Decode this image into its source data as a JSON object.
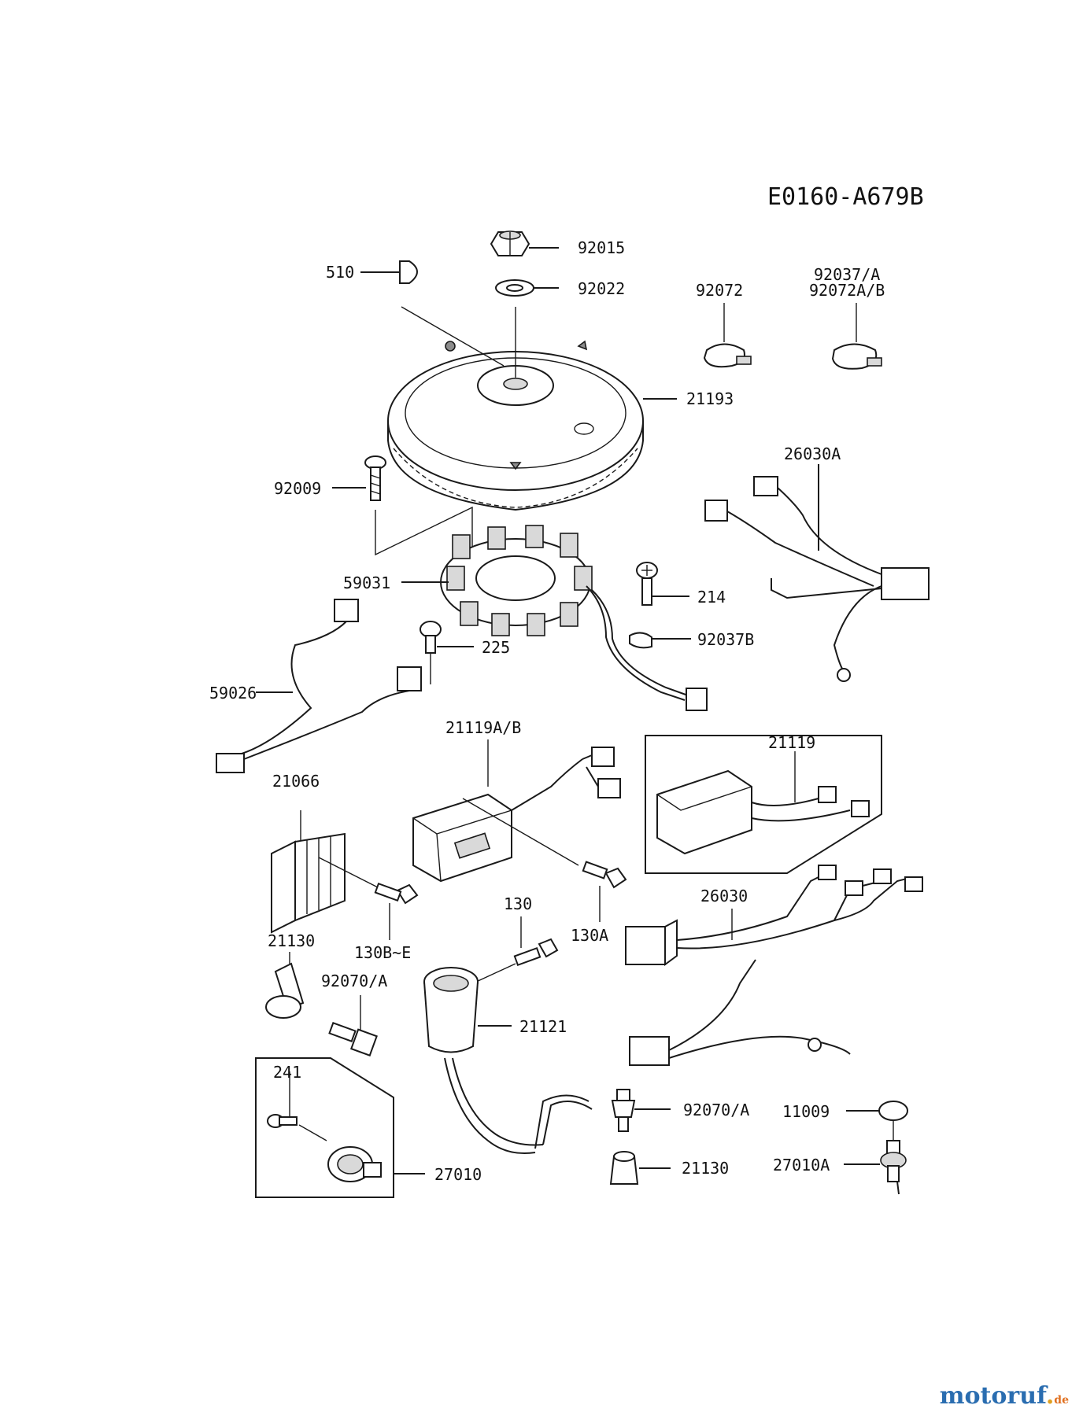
{
  "diagram": {
    "code": "E0160-A679B",
    "labels": {
      "p92015": "92015",
      "p510": "510",
      "p92022": "92022",
      "p92072": "92072",
      "p92037a": "92037/A",
      "p92072ab": "92072A/B",
      "p21193": "21193",
      "p92009": "92009",
      "p26030a": "26030A",
      "p59031": "59031",
      "p214": "214",
      "p225": "225",
      "p92037b": "92037B",
      "p59026": "59026",
      "p21119ab": "21119A/B",
      "p21119": "21119",
      "p21066": "21066",
      "p130be": "130B~E",
      "p21130a": "21130",
      "p130": "130",
      "p130a": "130A",
      "p26030": "26030",
      "p92070a1": "92070/A",
      "p21121": "21121",
      "p241": "241",
      "p27010": "27010",
      "p92070a2": "92070/A",
      "p11009": "11009",
      "p21130b": "21130",
      "p27010a": "27010A"
    }
  },
  "watermark": {
    "brand": "motoruf",
    "tld": "de"
  }
}
